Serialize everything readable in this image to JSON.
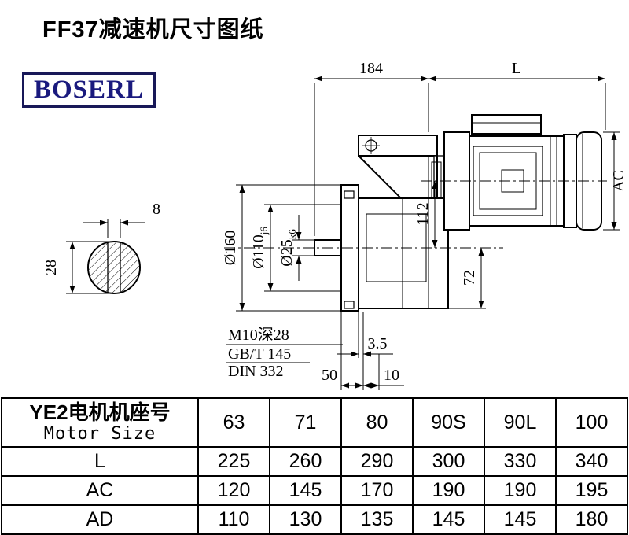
{
  "page": {
    "title": "FF37减速机尺寸图纸",
    "logo_text": "BOSERL"
  },
  "drawing": {
    "dim_184": "184",
    "dim_L": "L",
    "dim_AC": "AC",
    "dim_112": "112",
    "dim_72": "72",
    "dim_8": "8",
    "dim_28": "28",
    "dia_160": "Ø160",
    "dia_110_main": "Ø110",
    "dia_110_sub": "j6",
    "dia_25_main": "Ø25",
    "dia_25_sub": "k6",
    "note_thread": "M10深28",
    "note_gb": "GB/T 145",
    "note_din": "DIN 332",
    "dim_3_5": "3.5",
    "dim_50": "50",
    "dim_10": "10"
  },
  "table": {
    "header_cn": "YE2电机机座号",
    "header_en": "Motor Size",
    "motor_sizes": [
      "63",
      "71",
      "80",
      "90S",
      "90L",
      "100"
    ],
    "rows": [
      {
        "label": "L",
        "values": [
          "225",
          "260",
          "290",
          "300",
          "330",
          "340"
        ]
      },
      {
        "label": "AC",
        "values": [
          "120",
          "145",
          "170",
          "190",
          "190",
          "195"
        ]
      },
      {
        "label": "AD",
        "values": [
          "110",
          "130",
          "135",
          "145",
          "145",
          "180"
        ]
      }
    ]
  }
}
